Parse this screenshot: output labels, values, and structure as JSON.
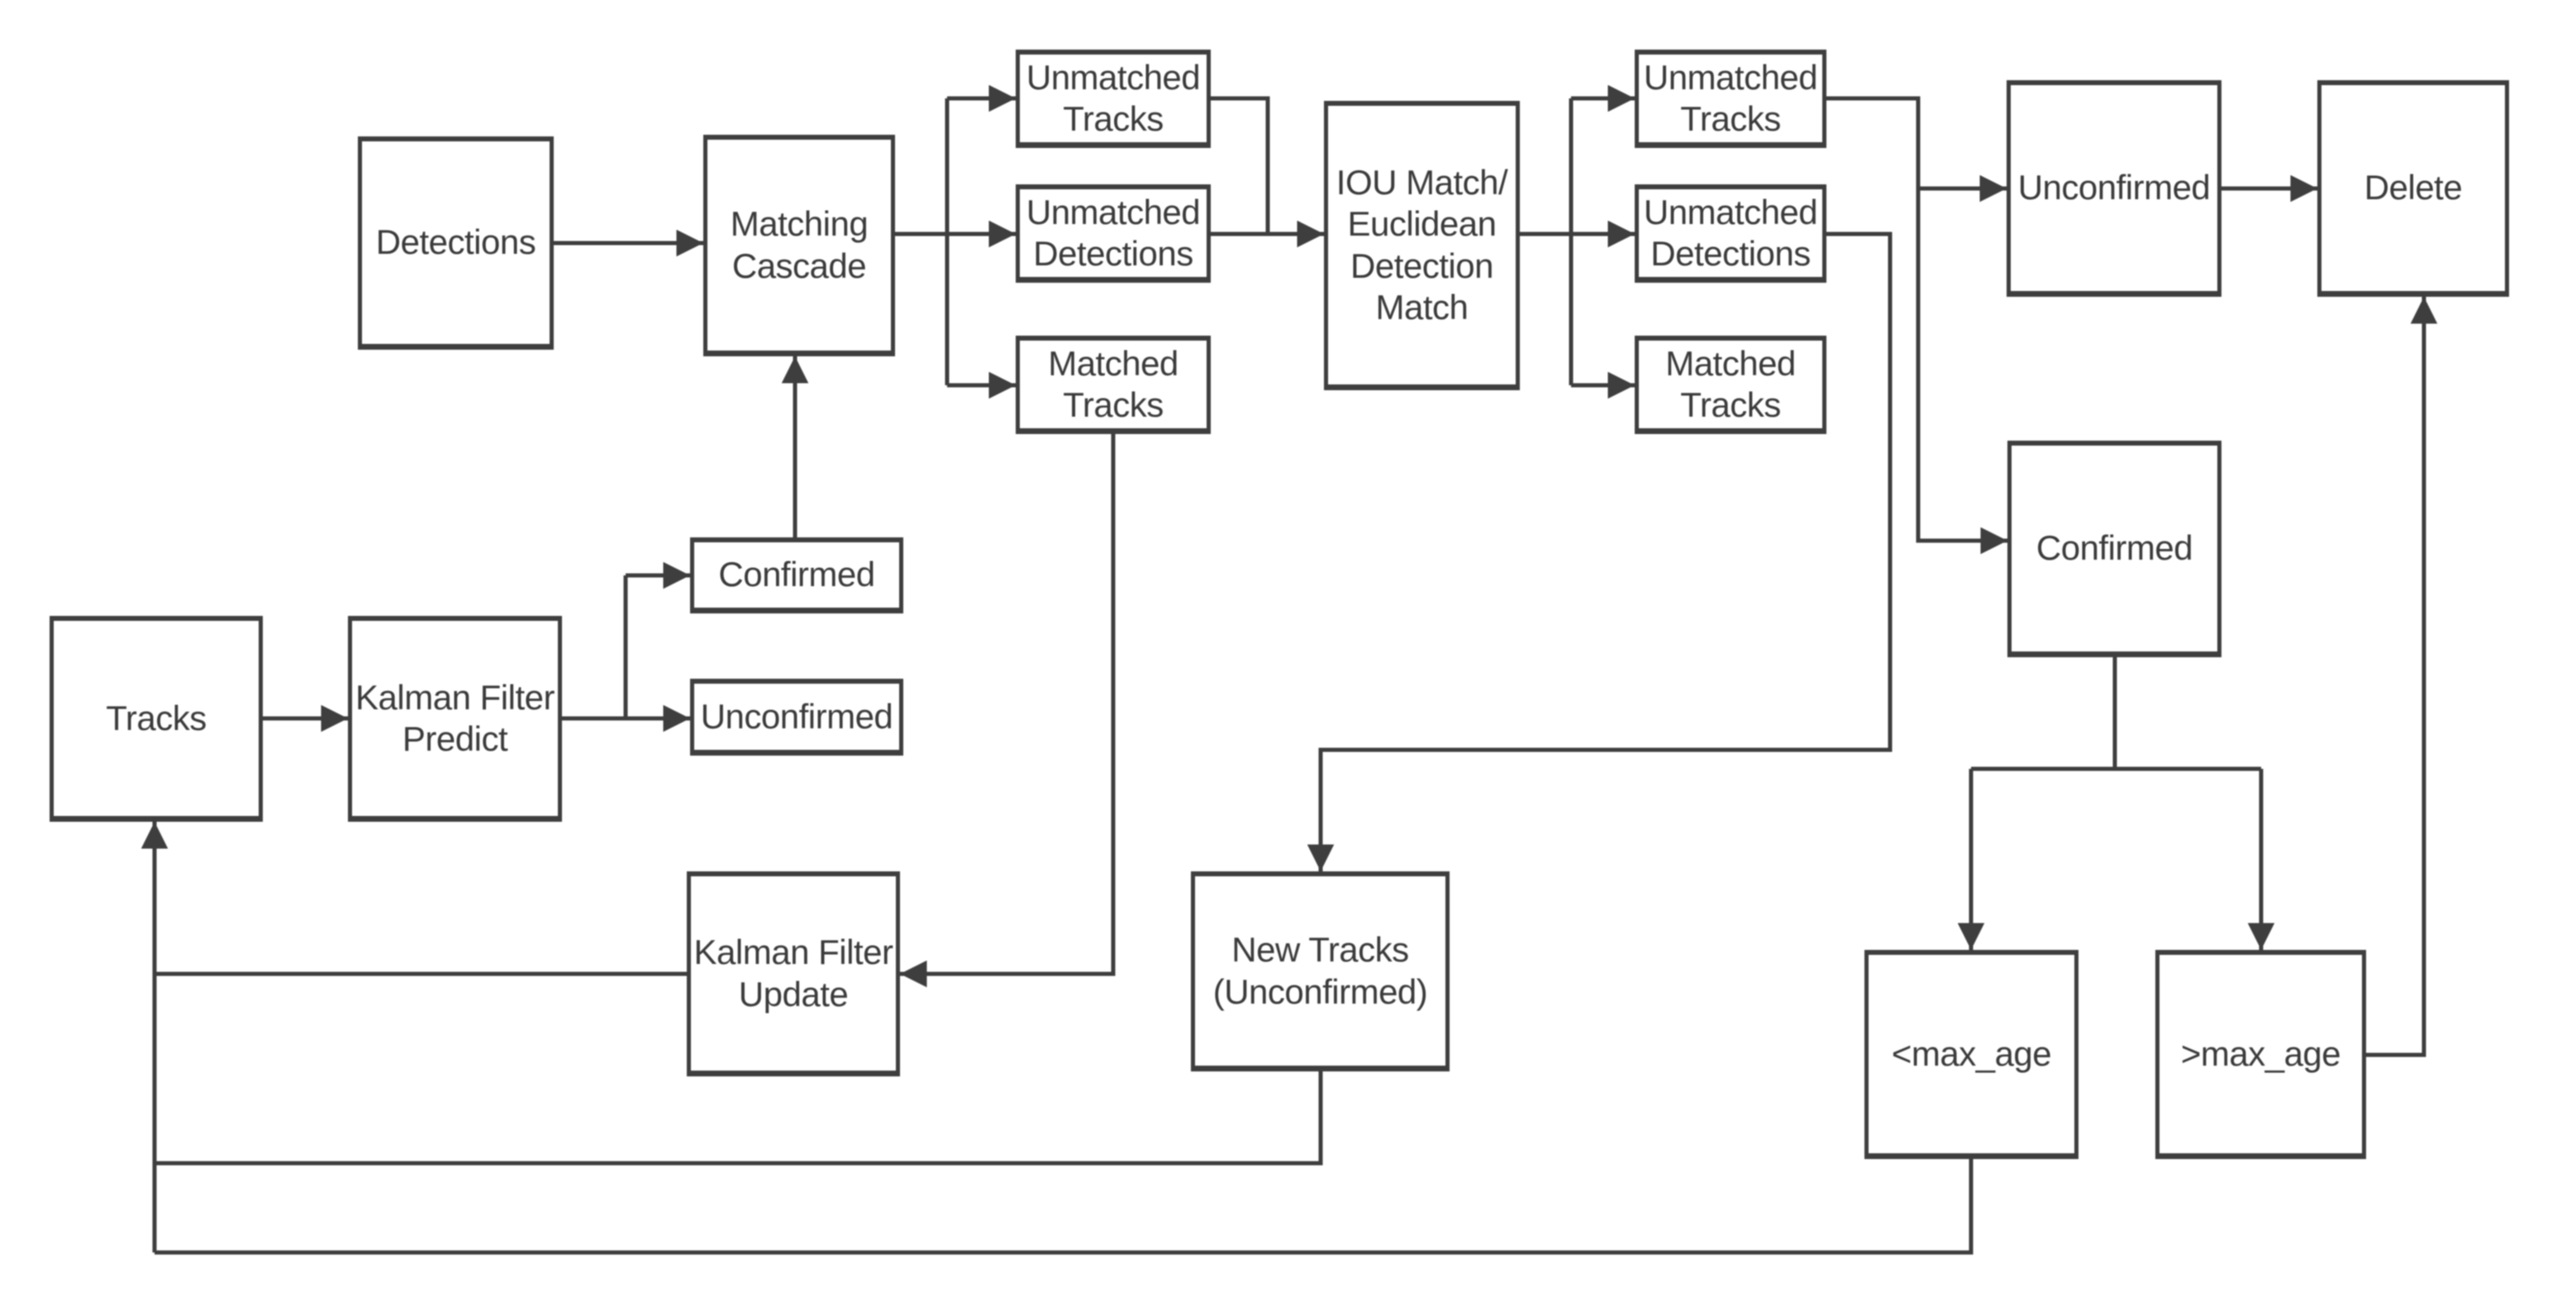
{
  "diagram": {
    "type": "flowchart",
    "description": "Object tracking pipeline flowchart (matching cascade + IOU match track management)",
    "colors": {
      "background": "#ffffff",
      "line": "#3e3e3e",
      "box_border": "#3e3e3e",
      "text": "#3a3a3a"
    },
    "nodes": {
      "detections": "Detections",
      "matching_cascade": "Matching\nCascade",
      "unmatched_tracks_cascade": "Unmatched\nTracks",
      "unmatched_detections_cascade": "Unmatched\nDetections",
      "matched_tracks_cascade": "Matched\nTracks",
      "iou_match": "IOU Match/\nEuclidean\nDetection\nMatch",
      "unmatched_tracks_iou": "Unmatched\nTracks",
      "unmatched_detections_iou": "Unmatched\nDetections",
      "matched_tracks_iou": "Matched\nTracks",
      "unconfirmed_state": "Unconfirmed",
      "delete": "Delete",
      "confirmed_state": "Confirmed",
      "tracks": "Tracks",
      "kalman_filter_predict": "Kalman Filter\nPredict",
      "confirmed_track": "Confirmed",
      "unconfirmed_track": "Unconfirmed",
      "kalman_filter_update": "Kalman Filter\nUpdate",
      "new_tracks": "New Tracks\n(Unconfirmed)",
      "lt_max_age": "<max_age",
      "gt_max_age": ">max_age"
    },
    "edges": [
      {
        "from": "Detections",
        "to": "Matching Cascade"
      },
      {
        "from": "Matching Cascade",
        "to": "Unmatched Tracks (cascade)"
      },
      {
        "from": "Matching Cascade",
        "to": "Unmatched Detections (cascade)"
      },
      {
        "from": "Matching Cascade",
        "to": "Matched Tracks (cascade)"
      },
      {
        "from": "Unmatched Tracks (cascade)",
        "to": "IOU Match/Euclidean Detection Match"
      },
      {
        "from": "Unmatched Detections (cascade)",
        "to": "IOU Match/Euclidean Detection Match"
      },
      {
        "from": "Matched Tracks (cascade)",
        "to": "Kalman Filter Update"
      },
      {
        "from": "IOU Match/Euclidean Detection Match",
        "to": "Unmatched Tracks (IOU)"
      },
      {
        "from": "IOU Match/Euclidean Detection Match",
        "to": "Unmatched Detections (IOU)"
      },
      {
        "from": "IOU Match/Euclidean Detection Match",
        "to": "Matched Tracks (IOU)"
      },
      {
        "from": "Unmatched Tracks (IOU)",
        "to": "Unconfirmed"
      },
      {
        "from": "Unmatched Tracks (IOU)",
        "to": "Confirmed"
      },
      {
        "from": "Unmatched Detections (IOU)",
        "to": "New Tracks (Unconfirmed)"
      },
      {
        "from": "Unconfirmed",
        "to": "Delete"
      },
      {
        "from": "Confirmed",
        "to": "<max_age"
      },
      {
        "from": "Confirmed",
        "to": ">max_age"
      },
      {
        "from": ">max_age",
        "to": "Delete"
      },
      {
        "from": "<max_age",
        "to": "Tracks"
      },
      {
        "from": "New Tracks (Unconfirmed)",
        "to": "Tracks"
      },
      {
        "from": "Kalman Filter Update",
        "to": "Tracks"
      },
      {
        "from": "Tracks",
        "to": "Kalman Filter Predict"
      },
      {
        "from": "Kalman Filter Predict",
        "to": "Confirmed (predicted)"
      },
      {
        "from": "Kalman Filter Predict",
        "to": "Unconfirmed (predicted)"
      },
      {
        "from": "Confirmed (predicted)",
        "to": "Matching Cascade"
      }
    ]
  }
}
